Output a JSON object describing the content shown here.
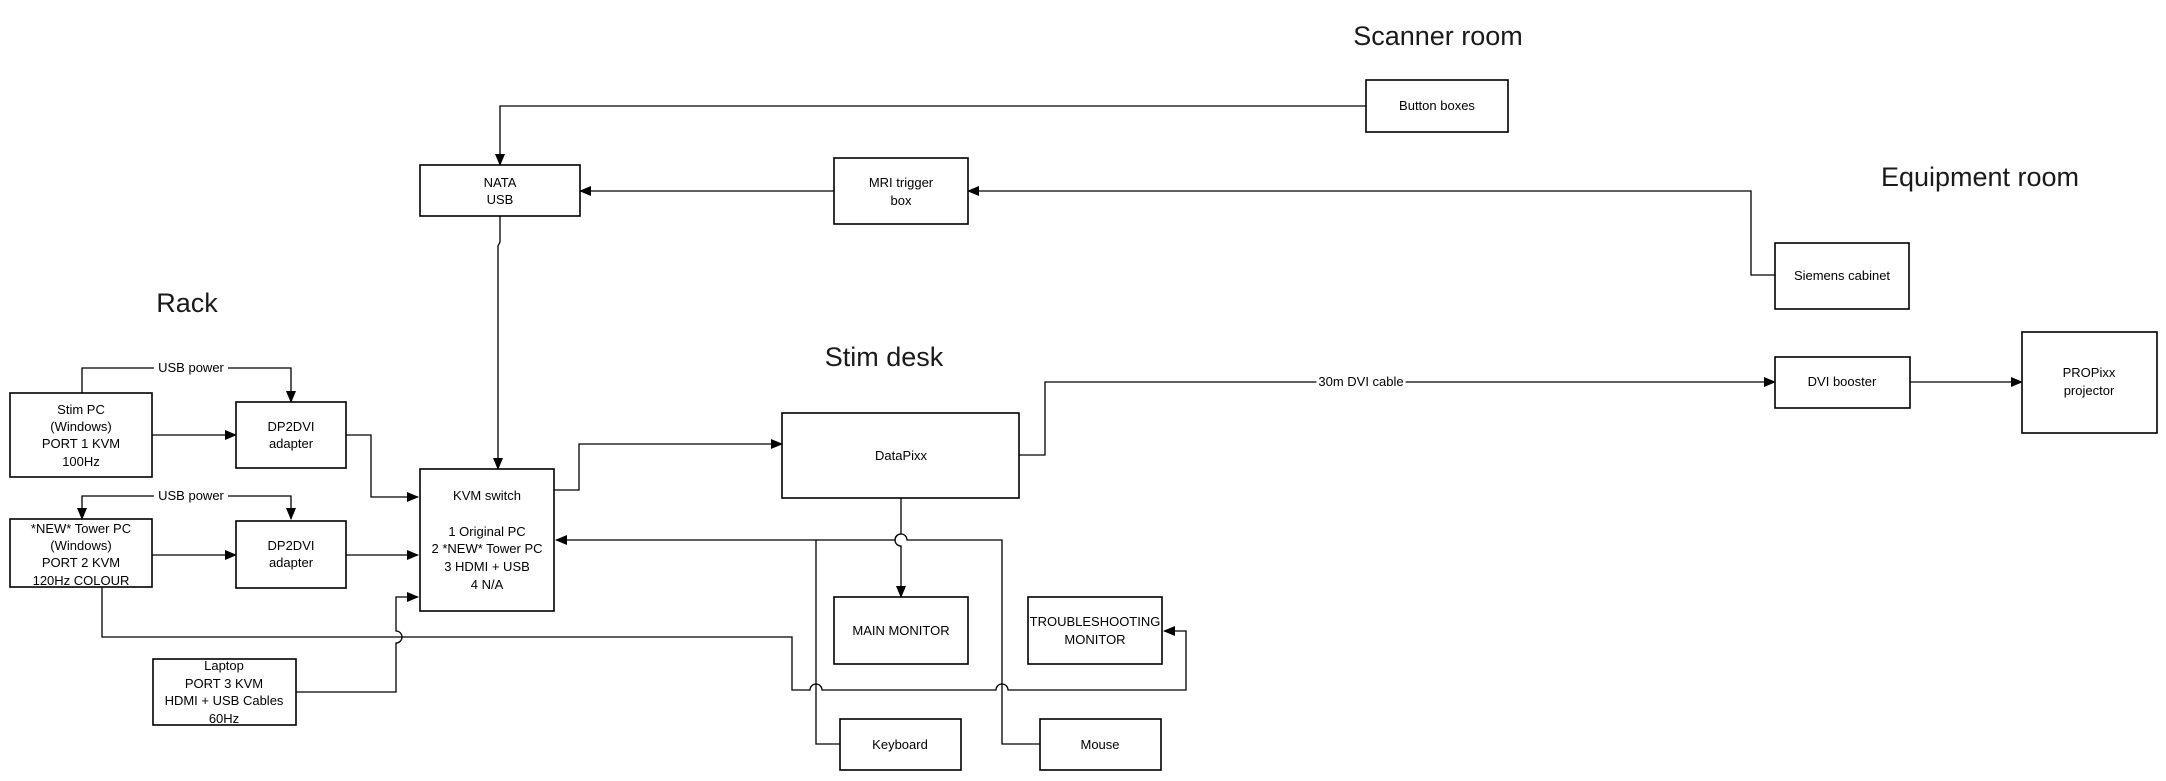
{
  "areas": {
    "scanner_room": "Scanner room",
    "equipment_room": "Equipment room",
    "rack": "Rack",
    "stim_desk": "Stim desk"
  },
  "boxes": {
    "button_boxes": [
      "Button boxes"
    ],
    "nata_usb": [
      "NATA",
      "USB"
    ],
    "mri_trigger": [
      "MRI trigger",
      "box"
    ],
    "siemens": [
      "Siemens cabinet"
    ],
    "stim_pc": [
      "Stim PC",
      "(Windows)",
      "PORT 1 KVM",
      "100Hz"
    ],
    "dp2dvi_1": [
      "DP2DVI",
      "adapter"
    ],
    "tower_pc": [
      "*NEW* Tower PC",
      "(Windows)",
      "PORT 2 KVM",
      "120Hz COLOUR"
    ],
    "dp2dvi_2": [
      "DP2DVI",
      "adapter"
    ],
    "kvm": [
      "KVM switch",
      "",
      "1  Original PC",
      "2 *NEW* Tower PC",
      "3 HDMI + USB",
      "4 N/A"
    ],
    "laptop": [
      "Laptop",
      "PORT 3 KVM",
      "HDMI  + USB Cables",
      "60Hz"
    ],
    "datapixx": [
      "DataPixx"
    ],
    "main_monitor": [
      "MAIN MONITOR"
    ],
    "troubleshooting": [
      "TROUBLESHOOTING",
      "MONITOR"
    ],
    "keyboard": [
      "Keyboard"
    ],
    "mouse": [
      "Mouse"
    ],
    "dvi_booster": [
      "DVI booster"
    ],
    "propixx": [
      "PROPixx",
      "projector"
    ]
  },
  "cable_labels": {
    "usb_power_1": "USB power",
    "usb_power_2": "USB power",
    "dvi_30m": "30m DVI cable"
  }
}
